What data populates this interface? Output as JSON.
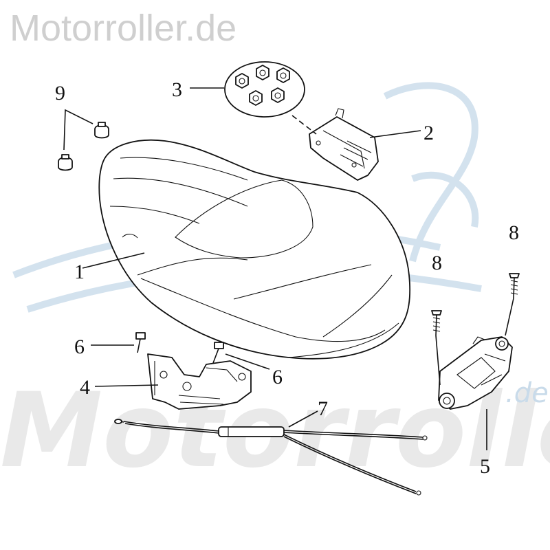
{
  "watermark": {
    "top_text": "Motorroller.de",
    "big_text": "Motorroller",
    "small_text": ".de"
  },
  "callouts": {
    "seat": "1",
    "bracket": "2",
    "nut_set": "3",
    "hinge": "4",
    "lock": "5",
    "screw_left": "6",
    "screw_right": "6",
    "cable": "7",
    "bolt_left": "8",
    "bolt_right": "8",
    "rubber_buffer": "9"
  },
  "colors": {
    "line": "#111111",
    "watermark_gray": "#cfcfcf",
    "watermark_blue": "#c9dbea"
  }
}
